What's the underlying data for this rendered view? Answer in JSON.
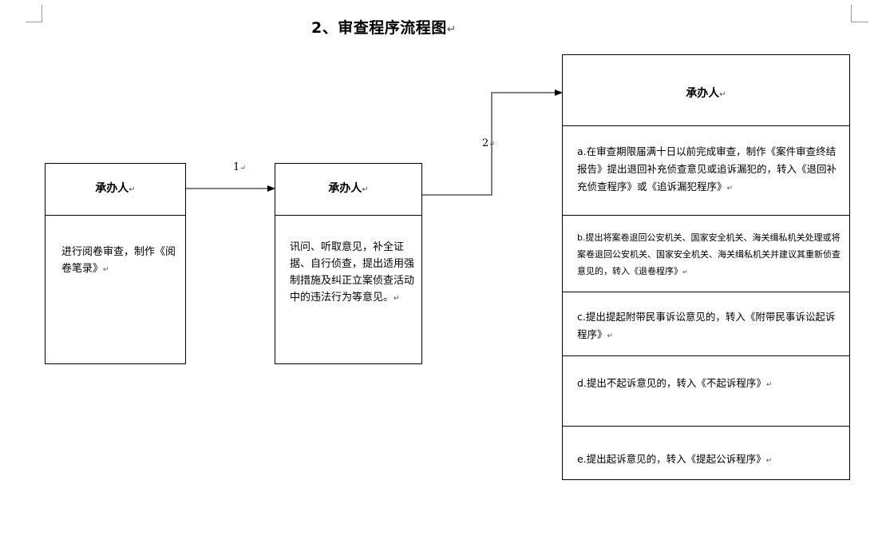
{
  "title": "2、审查程序流程图",
  "return_mark": "↵",
  "box1": {
    "header": "承办人",
    "body": "进行阅卷审查，制作《阅卷笔录》"
  },
  "box2": {
    "header": "承办人",
    "body": "讯问、听取意见，补全证据、自行侦查，提出适用强制措施及纠正立案侦查活动中的违法行为等意见。"
  },
  "box3": {
    "header": "承办人",
    "options": [
      "a.在审查期限届满十日以前完成审查，制作《案件审查终结报告》提出退回补充侦查意见或追诉漏犯的，转入《退回补充侦查程序》或《追诉漏犯程序》",
      "b.提出将案卷退回公安机关、国家安全机关、海关缉私机关处理或将案卷退回公安机关、国家安全机关、海关缉私机关并建议其重新侦查意见的，转入《退卷程序》",
      "c.提出提起附带民事诉讼意见的，转入《附带民事诉讼起诉程序》",
      "d.提出不起诉意见的，转入《不起诉程序》",
      "e.提出起诉意见的，转入《提起公诉程序》"
    ]
  },
  "arrows": [
    {
      "label": "1"
    },
    {
      "label": "2"
    }
  ]
}
